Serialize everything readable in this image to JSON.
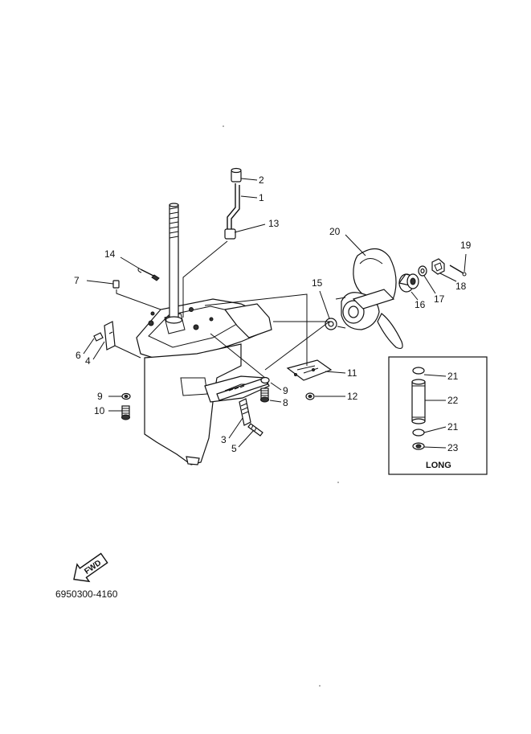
{
  "labels": {
    "p1": "1",
    "p2": "2",
    "p3": "3",
    "p4": "4",
    "p5": "5",
    "p6": "6",
    "p7": "7",
    "p8": "8",
    "p9a": "9",
    "p9b": "9",
    "p10": "10",
    "p11": "11",
    "p12": "12",
    "p13": "13",
    "p14": "14",
    "p15": "15",
    "p16": "16",
    "p17": "17",
    "p18": "18",
    "p19": "19",
    "p20": "20",
    "p21a": "21",
    "p21b": "21",
    "p22": "22",
    "p23": "23"
  },
  "inset_label": "LONG",
  "fwd_label": "FWD",
  "diagram_code": "6950300-4160"
}
